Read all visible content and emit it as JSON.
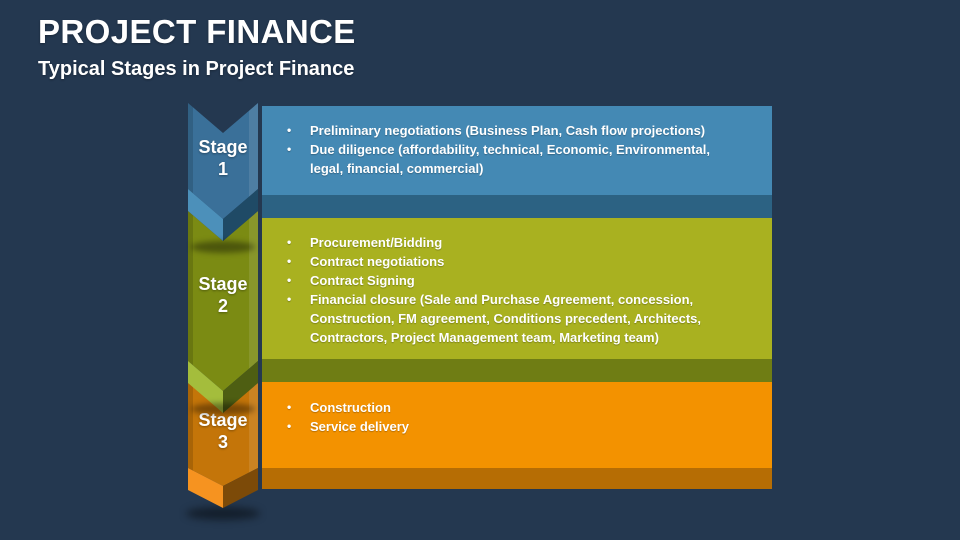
{
  "slide": {
    "title": "PROJECT FINANCE",
    "subtitle": "Typical Stages in Project Finance",
    "background_color": "#243850",
    "text_color": "#FFFFFF",
    "bullet_char": "•"
  },
  "stages": [
    {
      "label": "Stage",
      "number": "1",
      "colors": {
        "arrow": "#3A7099",
        "arrow_fold_light": "#4C90BA",
        "arrow_fold_dark": "#1F4A66",
        "box": "#4489B4",
        "box_band": "#2C6283"
      },
      "bullets": [
        "Preliminary negotiations (Business Plan, Cash flow projections)",
        "Due diligence (affordability, technical, Economic, Environmental, legal, financial, commercial)"
      ]
    },
    {
      "label": "Stage",
      "number": "2",
      "colors": {
        "arrow": "#7B8B13",
        "arrow_fold_light": "#A4BD3C",
        "arrow_fold_dark": "#4E5E12",
        "box": "#A9B120",
        "box_band": "#6F7D14"
      },
      "bullets": [
        "Procurement/Bidding",
        "Contract negotiations",
        "Contract Signing",
        "Financial closure (Sale and Purchase Agreement, concession, Construction, FM agreement, Conditions precedent, Architects, Contractors, Project Management team, Marketing team)"
      ]
    },
    {
      "label": "Stage",
      "number": "3",
      "colors": {
        "arrow": "#C47509",
        "arrow_fold_light": "#F69320",
        "arrow_fold_dark": "#7C4A08",
        "box": "#F39200",
        "box_band": "#B66D04"
      },
      "bullets": [
        "Construction",
        "Service delivery"
      ]
    }
  ]
}
